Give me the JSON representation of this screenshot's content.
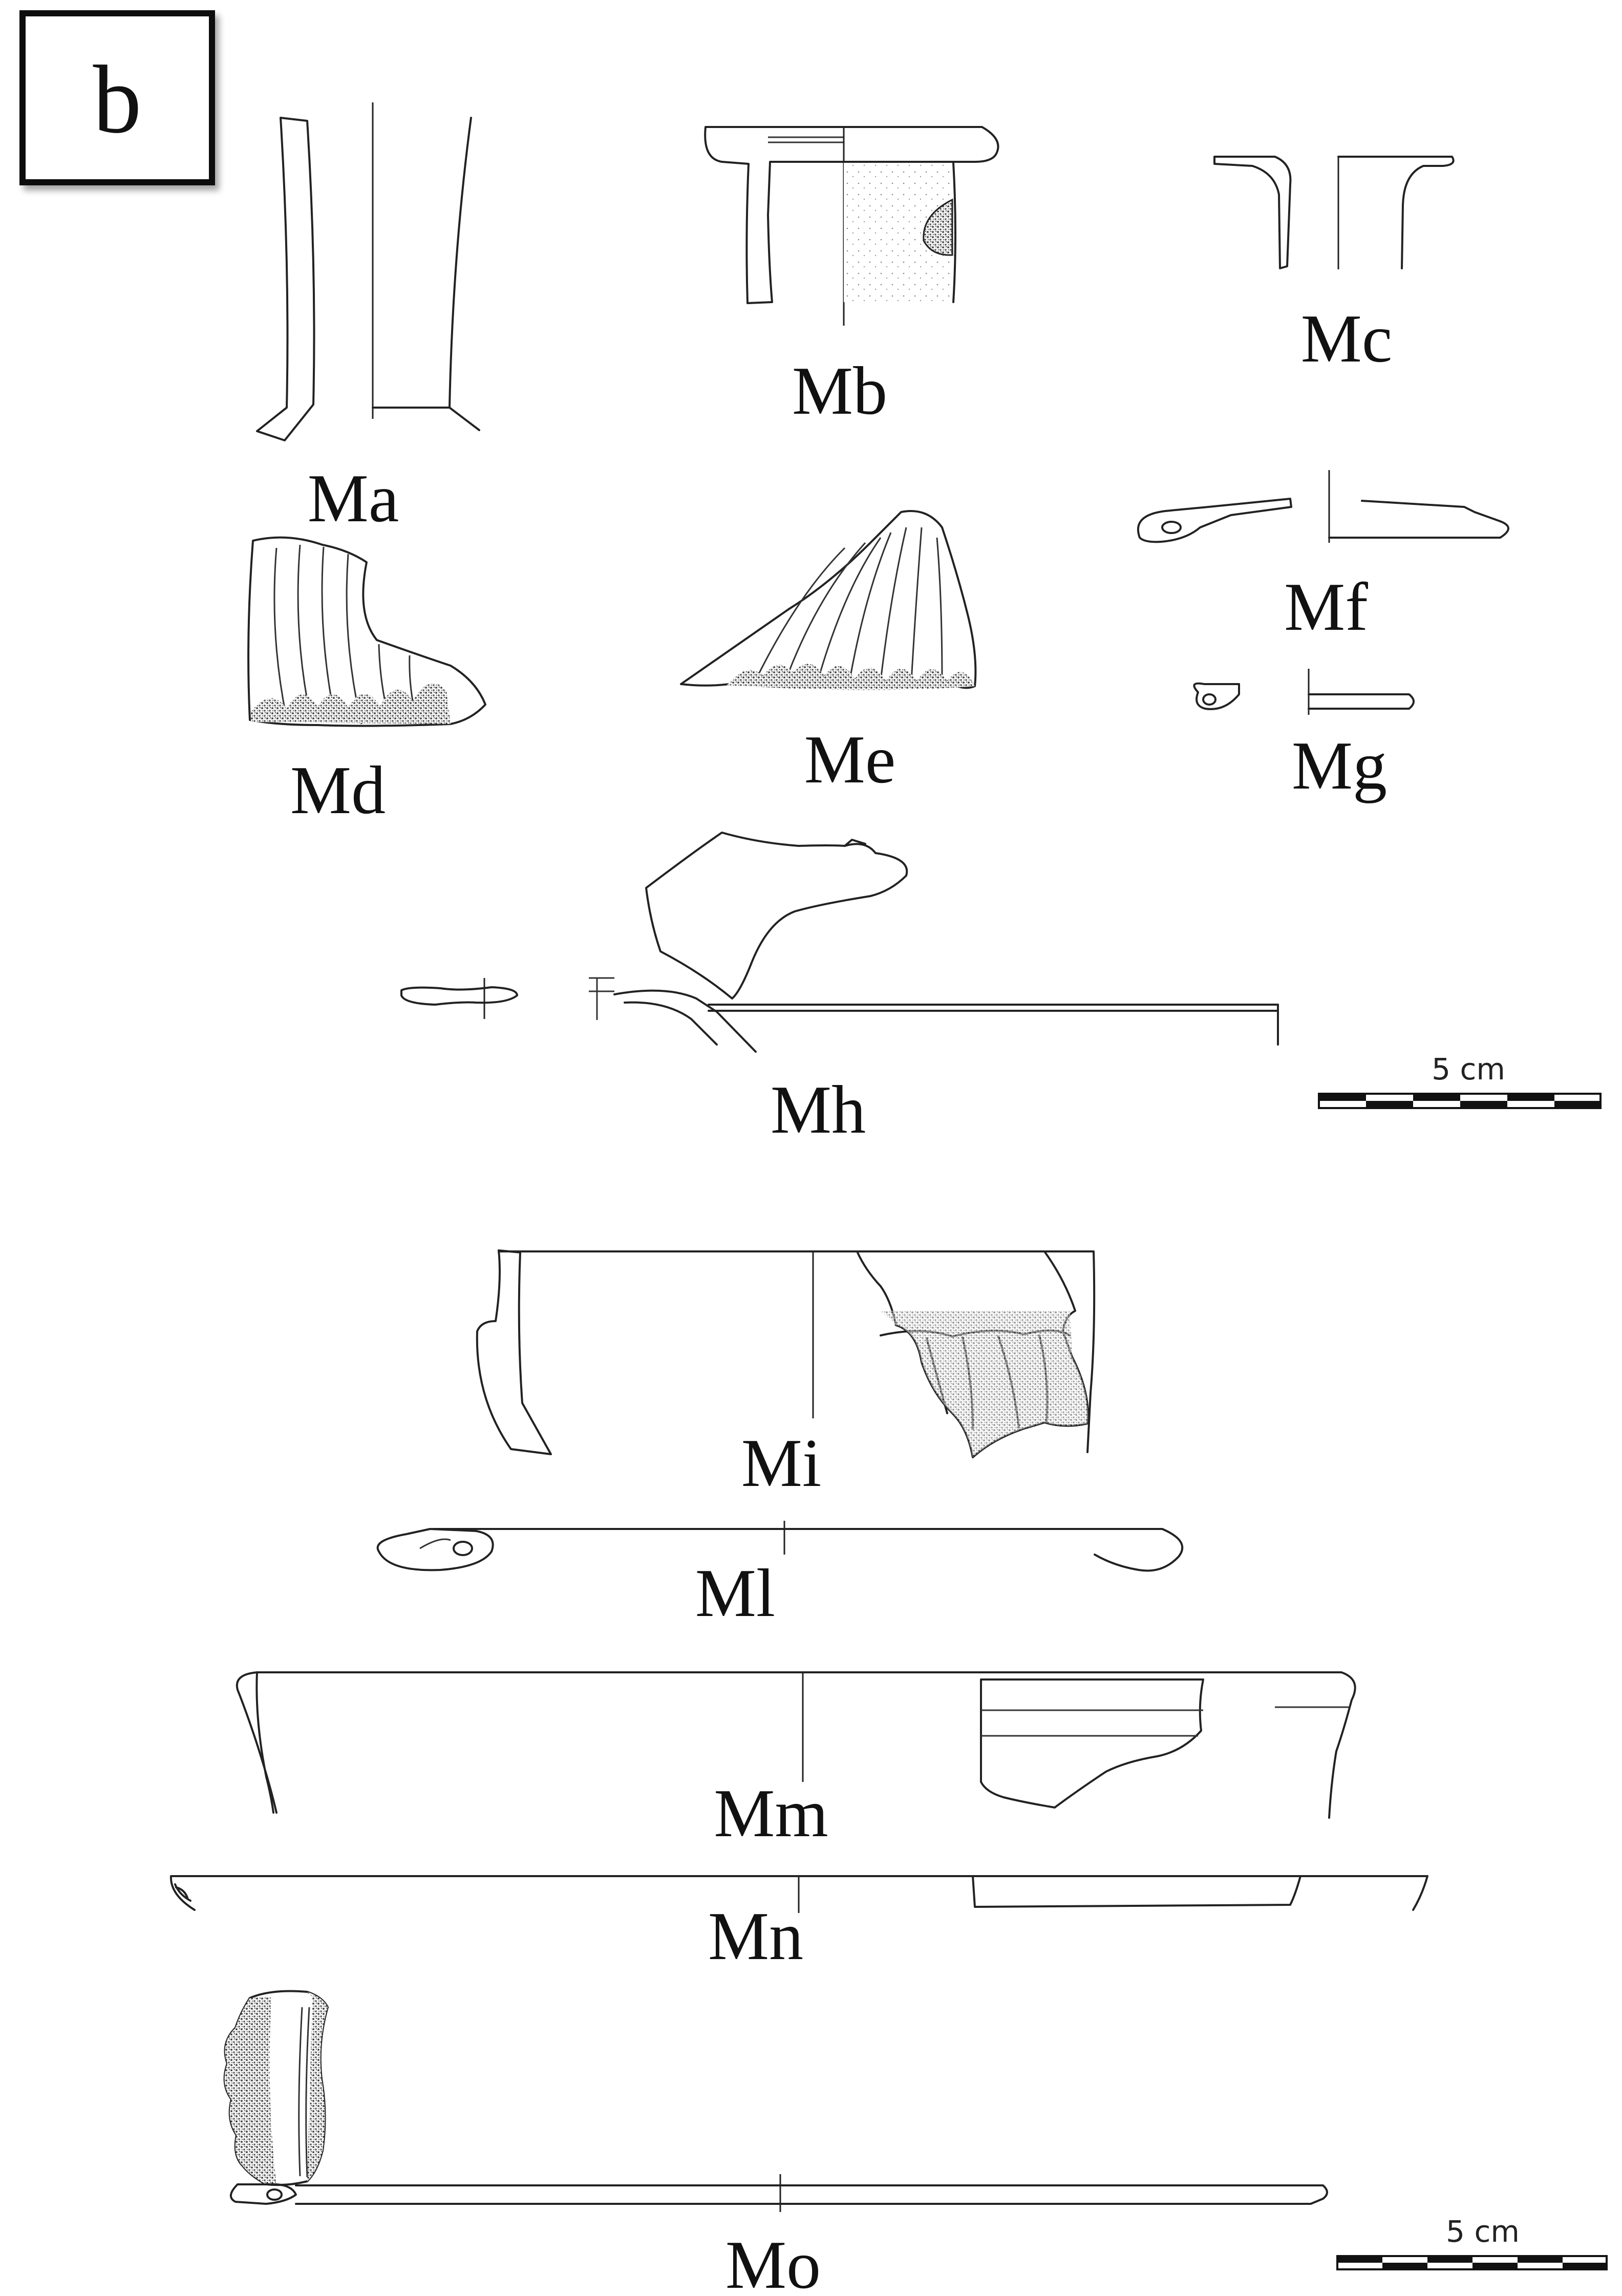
{
  "panel_letter": "b",
  "labels": {
    "ma": "Ma",
    "mb": "Mb",
    "mc": "Mc",
    "md": "Md",
    "me": "Me",
    "mf": "Mf",
    "mg": "Mg",
    "mh": "Mh",
    "mi": "Mi",
    "ml": "Ml",
    "mm": "Mm",
    "mn": "Mn",
    "mo": "Mo"
  },
  "scale_bars": [
    {
      "label": "5 cm",
      "segments": 6
    },
    {
      "label": "5 cm",
      "segments": 6
    }
  ]
}
